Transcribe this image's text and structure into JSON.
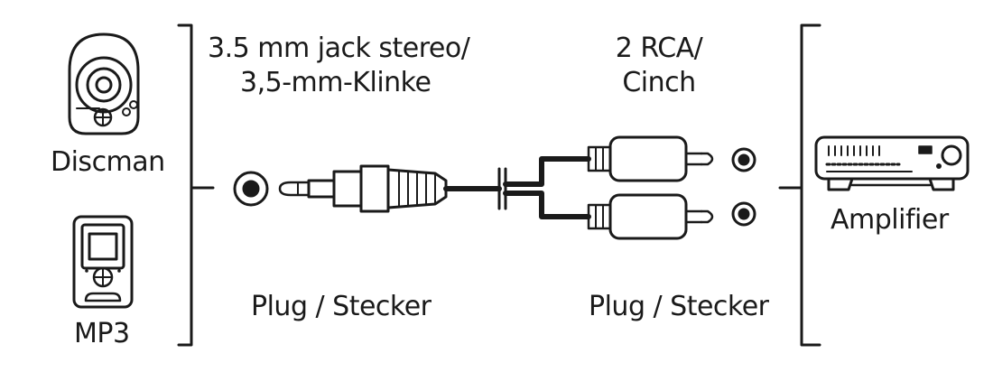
{
  "labels": {
    "source_top": "Discman",
    "source_bottom": "MP3",
    "jack_title_line1": "3.5 mm jack stereo/",
    "jack_title_line2": "3,5-mm-Klinke",
    "rca_title_line1": "2 RCA/",
    "rca_title_line2": "Cinch",
    "plug_left": "Plug / Stecker",
    "plug_right": "Plug / Stecker",
    "destination": "Amplifier"
  },
  "icons": {
    "discman": "discman-icon",
    "mp3": "mp3-player-icon",
    "jack_socket": "jack-socket-icon",
    "jack_plug": "jack-plug-icon",
    "cable": "cable-icon",
    "rca_plug_top": "rca-plug-icon",
    "rca_plug_bottom": "rca-plug-icon",
    "rca_socket_top": "rca-socket-icon",
    "rca_socket_bottom": "rca-socket-icon",
    "amplifier": "amplifier-icon"
  },
  "colors": {
    "line": "#1a1a1a",
    "background": "#ffffff"
  }
}
